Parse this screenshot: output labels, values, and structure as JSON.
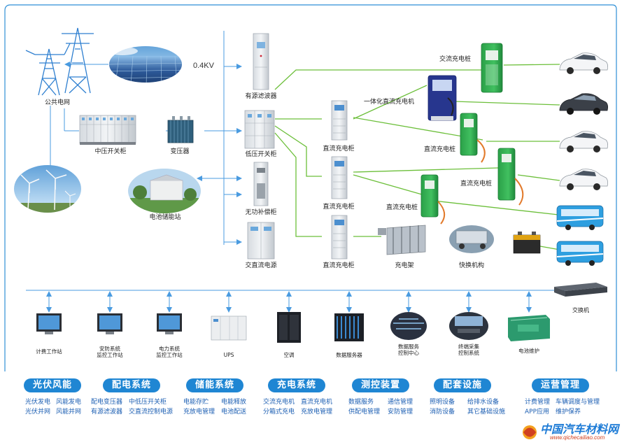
{
  "colors": {
    "frame": "#2f8fd6",
    "line_green": "#6cbf3a",
    "line_blue": "#4a9be0",
    "pill": "#1f86d3",
    "cat_text": "#1d5fb3",
    "logo_blue": "#1d7bd6",
    "logo_red": "#d04020"
  },
  "labels": {
    "public_grid": "公共电网",
    "voltage": "0.4KV",
    "active_filter": "有源滤波器",
    "mv_switchgear": "中压开关柜",
    "transformer": "变压器",
    "lv_switchgear": "低压开关柜",
    "battery_station": "电池储能站",
    "reactive_comp": "无功补偿柜",
    "acdc_power": "交直流电源",
    "ac_pile": "交流充电桩",
    "integrated_dc": "一体化直流充电机",
    "dc_pile_1": "直流充电桩",
    "dc_pile_2": "直流充电桩",
    "dc_pile_3": "直流充电桩",
    "dc_cab_1": "直流充电柜",
    "dc_cab_2": "直流充电柜",
    "dc_cab_3": "直流充电柜",
    "rack": "充电架",
    "swap": "快换机构",
    "switch": "交换机"
  },
  "bottom_devices": [
    {
      "name": "billing-station",
      "label": "计费工作站",
      "icon": "monitor-icon"
    },
    {
      "name": "security-station",
      "label": "安防系统\n监控工作站",
      "icon": "monitor-icon"
    },
    {
      "name": "power-station",
      "label": "电力系统\n监控工作站",
      "icon": "monitor-icon"
    },
    {
      "name": "ups",
      "label": "UPS",
      "icon": "ups-icon"
    },
    {
      "name": "aircon",
      "label": "空调",
      "icon": "aircon-icon"
    },
    {
      "name": "data-server",
      "label": "数据服务器",
      "icon": "server-icon"
    },
    {
      "name": "data-center",
      "label": "数据服务\n控制中心",
      "icon": "datacenter-icon"
    },
    {
      "name": "terminal-system",
      "label": "终端采集\n控制系统",
      "icon": "control-room-icon"
    },
    {
      "name": "battery-maint",
      "label": "电池维护",
      "icon": "battery-cabinet-icon"
    }
  ],
  "categories": [
    {
      "title": "光伏风能",
      "items": [
        "光伏发电",
        "风能发电",
        "光伏并网",
        "风能并网"
      ]
    },
    {
      "title": "配电系统",
      "items": [
        "配电变压器",
        "中低压开关柜",
        "有源滤波器",
        "交直流控制电源"
      ]
    },
    {
      "title": "储能系统",
      "items": [
        "电能存贮",
        "电能释放",
        "充放电管理",
        "电池配送"
      ]
    },
    {
      "title": "充电系统",
      "items": [
        "交流充电机",
        "直流充电机",
        "分箱式充电",
        "充放电管理"
      ]
    },
    {
      "title": "测控装置",
      "items": [
        "数据服务",
        "通信管理",
        "供配电管理",
        "安防管理"
      ]
    },
    {
      "title": "配套设施",
      "items": [
        "照明设备",
        "给排水设备",
        "消防设备",
        "其它基础设施"
      ]
    },
    {
      "title": "运营管理",
      "items": [
        "计费管理",
        "车辆调度与管理",
        "APP应用",
        "维护保养"
      ]
    }
  ],
  "logo": {
    "main": "中国汽车材料网",
    "url": "www.qichecailiao.com"
  }
}
